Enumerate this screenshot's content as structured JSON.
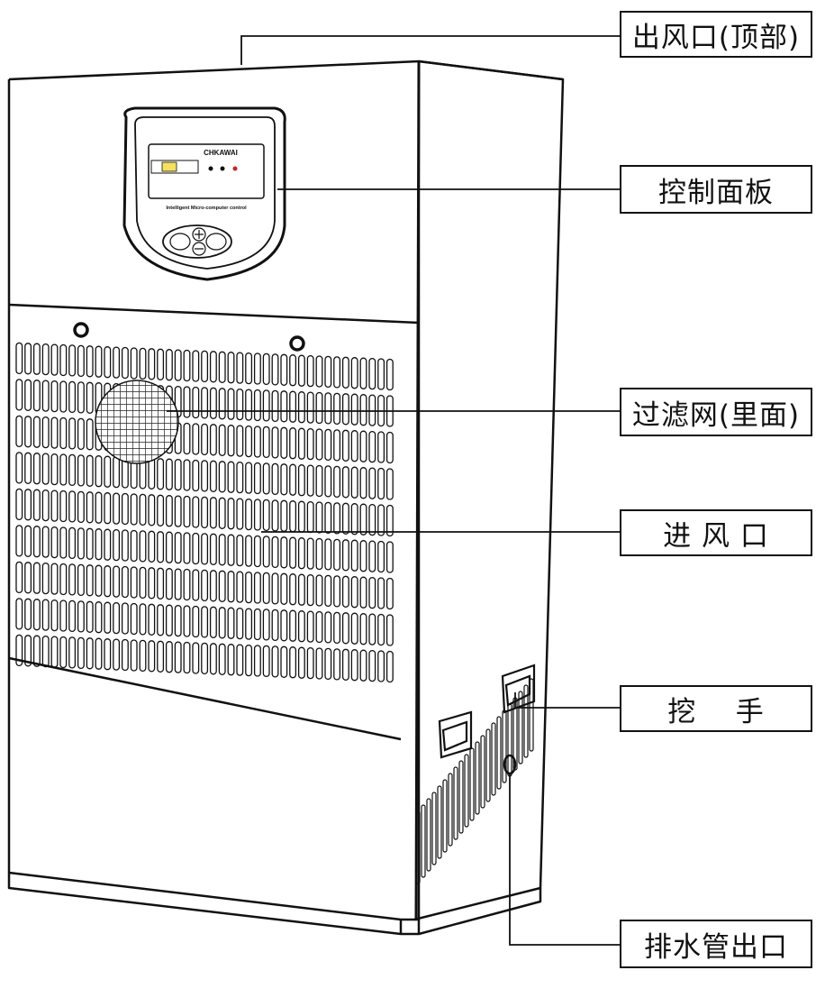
{
  "panel": {
    "brand": "CHKAWAI",
    "tagline": "Intelligent Micro-computer control"
  },
  "labels": {
    "outlet_top": "出风口(顶部)",
    "control_panel": "控制面板",
    "filter": "过滤网(里面)",
    "air_inlet": "进 风 口",
    "handle": "挖    手",
    "drain_outlet": "排水管出口"
  },
  "colors": {
    "line": "#111111",
    "background": "#ffffff",
    "panel_display": "#f5e15a"
  }
}
